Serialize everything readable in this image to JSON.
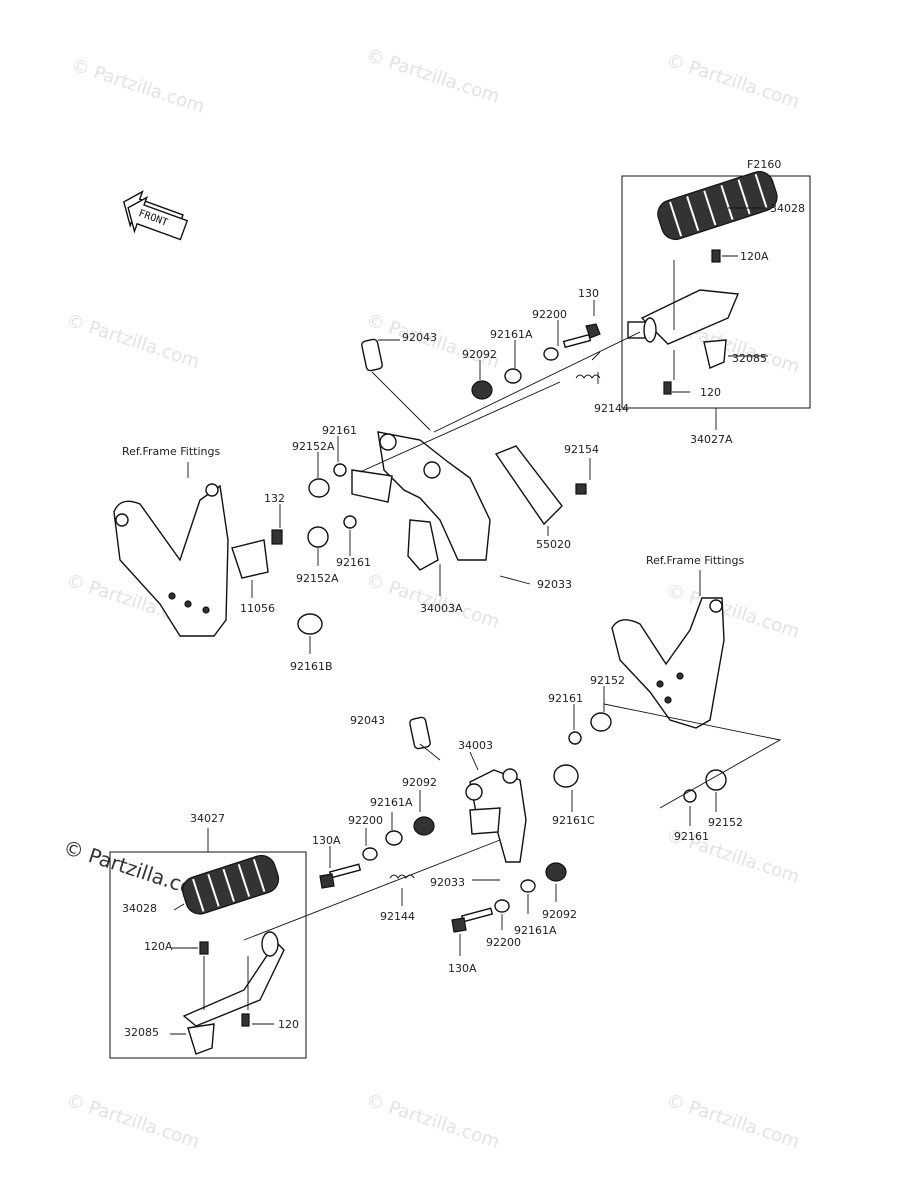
{
  "figure_code": "F2160",
  "front_badge": "FRONT",
  "watermark": "© Partzilla.com",
  "watermark_main": "© Partzilla.com",
  "ref_frame_upper": "Ref.Frame Fittings",
  "ref_frame_lower": "Ref.Frame Fittings",
  "labels": {
    "l34028_top": "34028",
    "l120a_top": "120A",
    "l32085_top": "32085",
    "l120_top": "120",
    "l34027a": "34027A",
    "l130_top": "130",
    "l92200_top": "92200",
    "l92161a_top": "92161A",
    "l92092_top": "92092",
    "l92043_top": "92043",
    "l92144_top": "92144",
    "l92161_top": "92161",
    "l92152a_top": "92152A",
    "l92154": "92154",
    "l132": "132",
    "l92161_mid": "92161",
    "l92152a_mid": "92152A",
    "l55020": "55020",
    "l92033_top": "92033",
    "l34003a": "34003A",
    "l11056": "11056",
    "l92161b": "92161B",
    "l92152_upper": "92152",
    "l92161_upper": "92161",
    "l92043_low": "92043",
    "l34003": "34003",
    "l92092_low": "92092",
    "l92161a_low": "92161A",
    "l92200_low": "92200",
    "l130a_low": "130A",
    "l92161c": "92161C",
    "l92161_right": "92161",
    "l92152_right": "92152",
    "l92033_low": "92033",
    "l92144_low": "92144",
    "l130a_bot": "130A",
    "l92200_bot": "92200",
    "l92161a_bot": "92161A",
    "l92092_bot": "92092",
    "l34027": "34027",
    "l34028_low": "34028",
    "l120a_low": "120A",
    "l32085_low": "32085",
    "l120_low": "120"
  }
}
